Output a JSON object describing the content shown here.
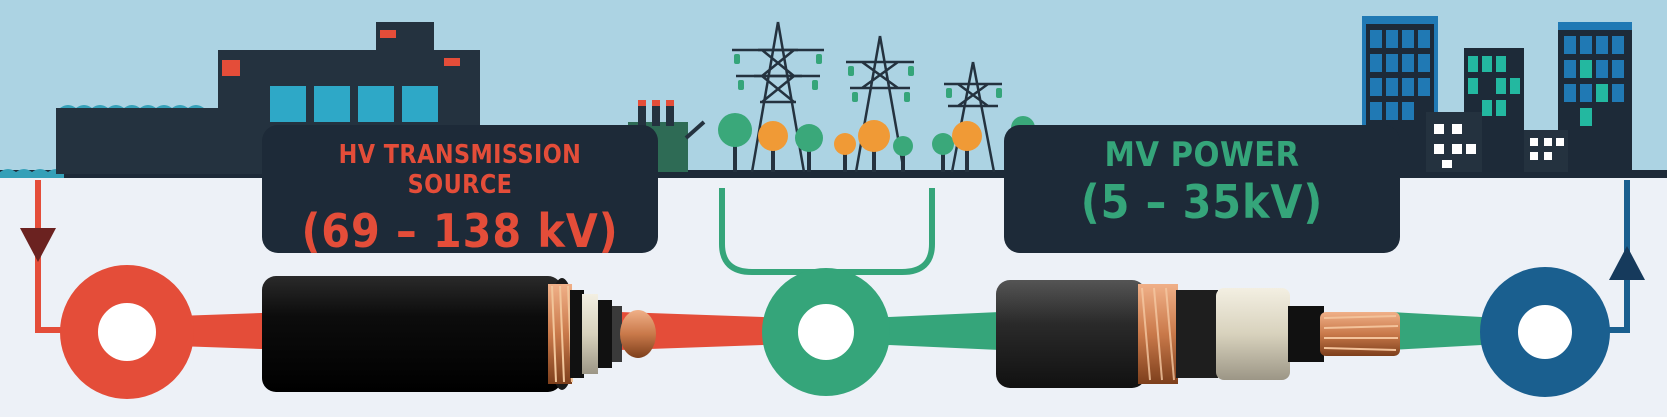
{
  "labels": {
    "hv_title": "HV TRANSMISSION SOURCE",
    "hv_range": "(69 – 138 kV)",
    "mv_title": "MV POWER",
    "mv_range": "(5 – 35kV)"
  },
  "colors": {
    "sky": "#acd3e3",
    "ground": "#edf1f7",
    "dark": "#1d2a38",
    "hv_red": "#e44d39",
    "mv_green": "#35a57a",
    "lv_blue": "#1a5f8f",
    "arrow_dark_red": "#6b2220",
    "arrow_navy": "#163a5c",
    "tree_green": "#3aa87a",
    "tree_orange": "#f09a36",
    "copper": "#c9794a"
  },
  "icons": {
    "source": "power-plant-icon",
    "substation": "substation-transformer-icon",
    "towers": "transmission-tower-icon",
    "city": "city-buildings-icon",
    "hv_cable": "hv-cable-icon",
    "mv_cable": "mv-cable-icon"
  }
}
